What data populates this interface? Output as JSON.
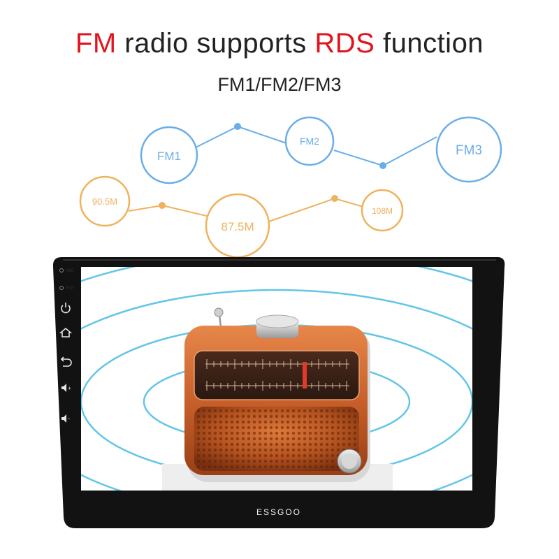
{
  "headline": {
    "part1": "FM",
    "part2": " radio supports ",
    "part3": "RDS",
    "part4": " function"
  },
  "subtitle": "FM1/FM2/FM3",
  "bands": [
    "FM1",
    "FM2",
    "FM3"
  ],
  "frequencies": [
    "90.5M",
    "87.5M",
    "108M"
  ],
  "side_buttons": {
    "mic": "MIC",
    "rst": "RST",
    "icons": [
      "power-icon",
      "home-icon",
      "back-icon",
      "volume-up-icon",
      "volume-down-icon"
    ]
  },
  "brand": "ESSGOO",
  "colors": {
    "accent_red": "#e1141e",
    "band_blue": "#6aaee8",
    "freq_orange": "#efb25e",
    "wave_cyan": "#63c6e6",
    "radio_orange": "#c8602a"
  }
}
